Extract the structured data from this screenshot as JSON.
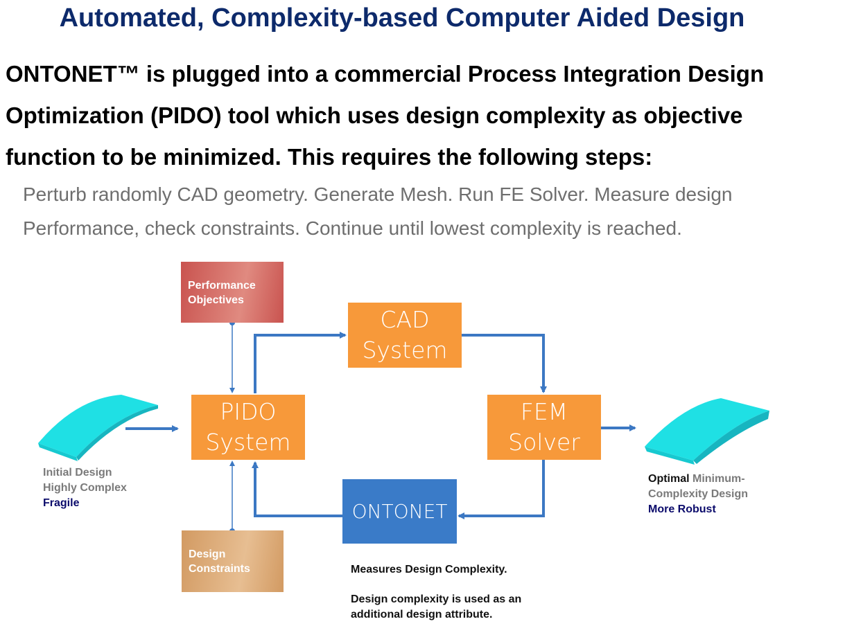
{
  "title": "Automated, Complexity-based Computer Aided Design",
  "intro": {
    "bold_lines": [
      "ONTONET™ is plugged into a commercial Process Integration Design",
      "Optimization (PIDO) tool which uses design complexity as objective",
      "function to be minimized. This requires the following steps:"
    ],
    "steps_lines": [
      "Perturb randomly CAD geometry. Generate Mesh. Run FE Solver. Measure design",
      "Performance, check constraints. Continue until lowest complexity is reached."
    ]
  },
  "diagram": {
    "performance_objectives": [
      "Performance",
      "Objectives"
    ],
    "design_constraints": [
      "Design",
      "Constraints"
    ],
    "cad": [
      "CAD",
      "System"
    ],
    "pido": [
      "PIDO",
      "System"
    ],
    "fem": [
      "FEM",
      "Solver"
    ],
    "ontonet": "ONTONET",
    "initial": {
      "line1": "Initial Design",
      "line2": "Highly Complex",
      "line3": "Fragile"
    },
    "optimal": {
      "word1": "Optimal",
      "word2": " Minimum-",
      "line2": "Complexity Design",
      "line3": "More Robust"
    },
    "ontonet_note": {
      "line1": "Measures Design Complexity.",
      "line2": "Design complexity is used as an",
      "line3": "additional design attribute."
    },
    "colors": {
      "orange": "#f7993a",
      "blue": "#3a7bc8",
      "red": "#cd5c5c",
      "tan": "#d4a373",
      "arrow": "#3c78c3",
      "beam": "#22e3e6"
    }
  }
}
